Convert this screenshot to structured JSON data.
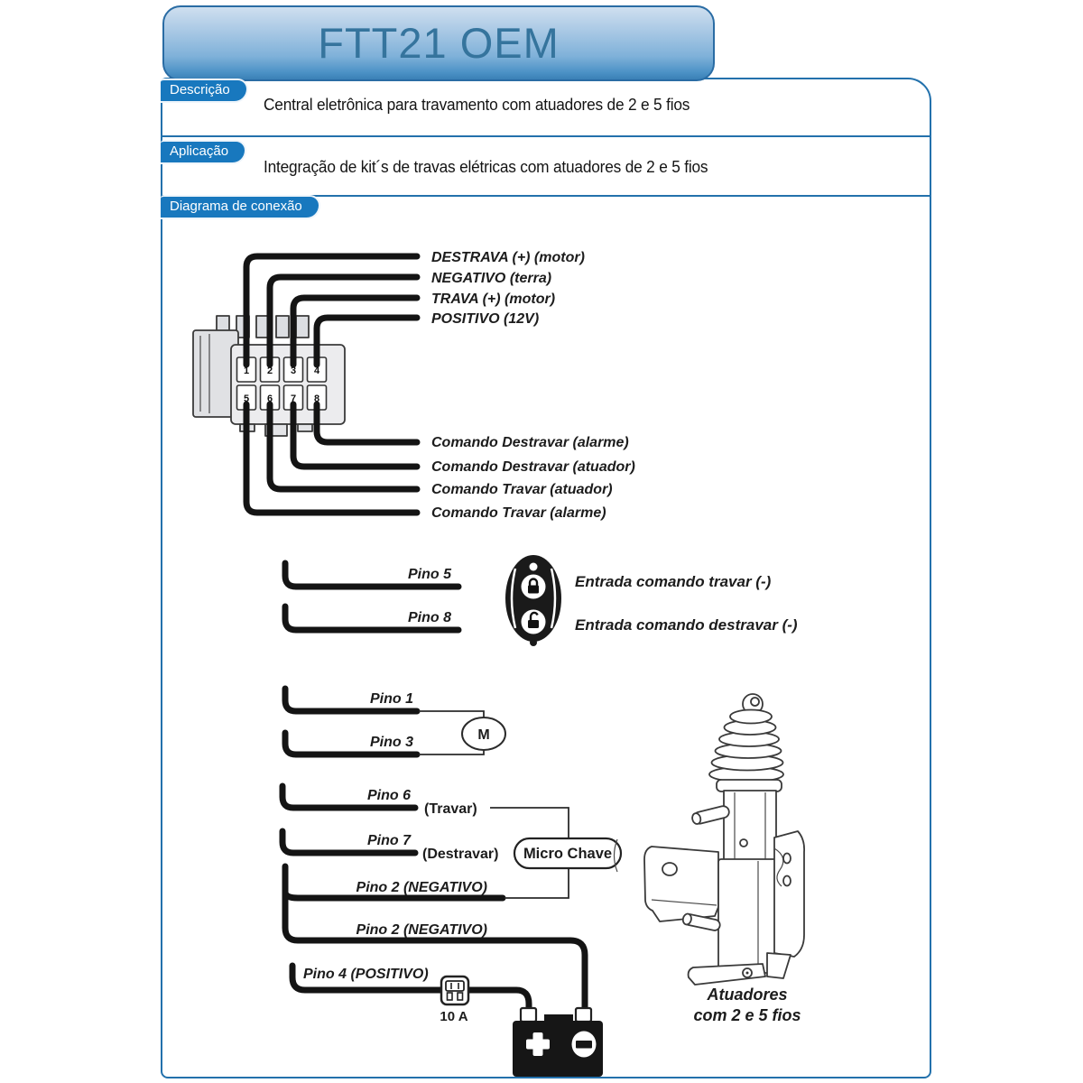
{
  "header": {
    "title": "FTT21 OEM"
  },
  "sections": {
    "descricao": {
      "tab": "Descrição",
      "text": "Central eletrônica para travamento com atuadores de 2 e 5 fios"
    },
    "aplicacao": {
      "tab": "Aplicação",
      "text": "Integração de kit´s de travas elétricas com atuadores de 2 e 5 fios"
    },
    "diagrama": {
      "tab": "Diagrama de conexão"
    }
  },
  "diagram": {
    "connector_pins": [
      "1",
      "2",
      "3",
      "4",
      "5",
      "6",
      "7",
      "8"
    ],
    "top_wires": [
      "DESTRAVA (+) (motor)",
      "NEGATIVO (terra)",
      "TRAVA (+) (motor)",
      "POSITIVO (12V)"
    ],
    "command_wires": [
      "Comando Destravar (alarme)",
      "Comando Destravar (atuador)",
      "Comando Travar (atuador)",
      "Comando Travar (alarme)"
    ],
    "remote": {
      "pin5": "Pino 5",
      "pin8": "Pino 8",
      "lock_label": "Entrada comando travar (-)",
      "unlock_label": "Entrada comando destravar (-)"
    },
    "motor": {
      "pin1": "Pino 1",
      "pin3": "Pino 3",
      "symbol": "M"
    },
    "micro_switch": {
      "pin6": "Pino 6",
      "pin6_action": "(Travar)",
      "pin7": "Pino 7",
      "pin7_action": "(Destravar)",
      "pin2": "Pino 2 (NEGATIVO)",
      "box_label": "Micro Chave"
    },
    "power": {
      "pin2": "Pino 2 (NEGATIVO)",
      "pin4": "Pino 4 (POSITIVO)",
      "fuse_label": "10 A"
    },
    "actuators_caption_line1": "Atuadores",
    "actuators_caption_line2": "com 2 e 5 fios"
  },
  "colors": {
    "tab_blue": "#1878be",
    "border_blue": "#2371ac",
    "header_text_blue": "#35749d",
    "header_gradient_top": "#cfdfef",
    "header_gradient_bottom": "#3a80b6",
    "diagram_ink": "#141414"
  }
}
